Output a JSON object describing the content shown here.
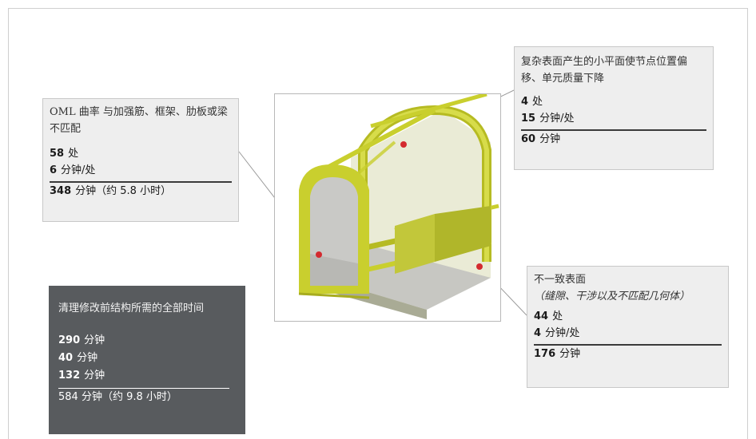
{
  "callout_left": {
    "desc": "OML 曲率 与加强筋、框架、肋板或梁不匹配",
    "rows": [
      {
        "num": "58",
        "unit": "处"
      },
      {
        "num": "6",
        "unit": "分钟/处"
      }
    ],
    "total_num": "348",
    "total_unit": "分钟（约 5.8 小时）"
  },
  "callout_top_right": {
    "desc": "复杂表面产生的小平面使节点位置偏移、单元质量下降",
    "rows": [
      {
        "num": "4",
        "unit": "处"
      },
      {
        "num": "15",
        "unit": "分钟/处"
      }
    ],
    "total_num": "60",
    "total_unit": "分钟"
  },
  "callout_bottom_right": {
    "desc": "不一致表面",
    "desc_sub": "（缝隙、干涉以及不匹配几何体）",
    "rows": [
      {
        "num": "44",
        "unit": "处"
      },
      {
        "num": "4",
        "unit": "分钟/处"
      }
    ],
    "total_num": "176",
    "total_unit": "分钟"
  },
  "summary": {
    "desc": "清理修改前结构所需的全部时间",
    "rows": [
      {
        "num": "290",
        "unit": "分钟"
      },
      {
        "num": "40",
        "unit": "分钟"
      },
      {
        "num": "132",
        "unit": "分钟"
      }
    ],
    "total": "584 分钟（约 9.8 小时）"
  },
  "colors": {
    "frame_yellow": "#c9cf2e",
    "marker_red": "#d42a2f",
    "summary_bg": "#585b5e",
    "callout_bg": "#eeeeee"
  }
}
